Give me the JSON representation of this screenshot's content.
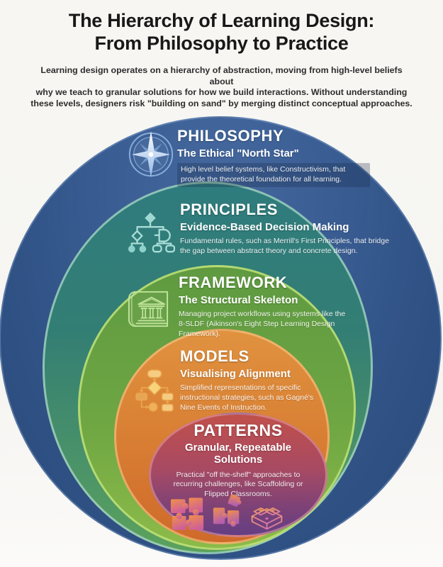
{
  "header": {
    "title_line1": "The Hierarchy of Learning Design:",
    "title_line2": "From Philosophy to Practice",
    "intro_line1": "Learning design operates on a hierarchy of abstraction, moving from high-level beliefs about",
    "intro_line2": "why we teach to granular solutions for how we build interactions. Without understanding",
    "intro_line3": "these levels, designers risk \"building on sand\" by merging distinct conceptual approaches."
  },
  "levels": [
    {
      "name": "PHILOSOPHY",
      "subtitle": "The Ethical \"North Star\"",
      "description": "High level belief systems, like Constructivism, that provide the theoretical foundation for all learning.",
      "icon": "compass-north-star-icon",
      "color_top": "#3a5e94",
      "color_bottom": "#2a4977"
    },
    {
      "name": "PRINCIPLES",
      "subtitle": "Evidence-Based Decision Making",
      "description": "Fundamental rules, such as Merrill's First Principles, that bridge the gap between abstract theory and concrete design.",
      "icon": "decision-tree-icon",
      "color_top": "#2f7c7e",
      "color_bottom": "#5ca25c"
    },
    {
      "name": "FRAMEWORK",
      "subtitle": "The Structural Skeleton",
      "description": "Managing project workflows using systems like the 8-SLDF (Aikinson's Eight Step Learning Design Framework).",
      "icon": "blueprint-building-icon",
      "color_top": "#5f9a41",
      "color_bottom": "#8cbb49"
    },
    {
      "name": "MODELS",
      "subtitle": "Visualising Alignment",
      "description": "Simplified representations of specific instructional strategies, such as Gagné's Nine Events of Instruction.",
      "icon": "flowchart-icon",
      "color_top": "#e0923f",
      "color_bottom": "#cf6a2b"
    },
    {
      "name": "PATTERNS",
      "subtitle": "Granular, Repeatable Solutions",
      "description": "Practical \"off the-shelf\" approaches to recurring challenges, like Scaffolding or Flipped Classrooms.",
      "icons": [
        "puzzle-grid-icon",
        "puzzle-pieces-icon",
        "building-blocks-icon"
      ],
      "color_top": "#c0504b",
      "color_bottom": "#643e83"
    }
  ]
}
